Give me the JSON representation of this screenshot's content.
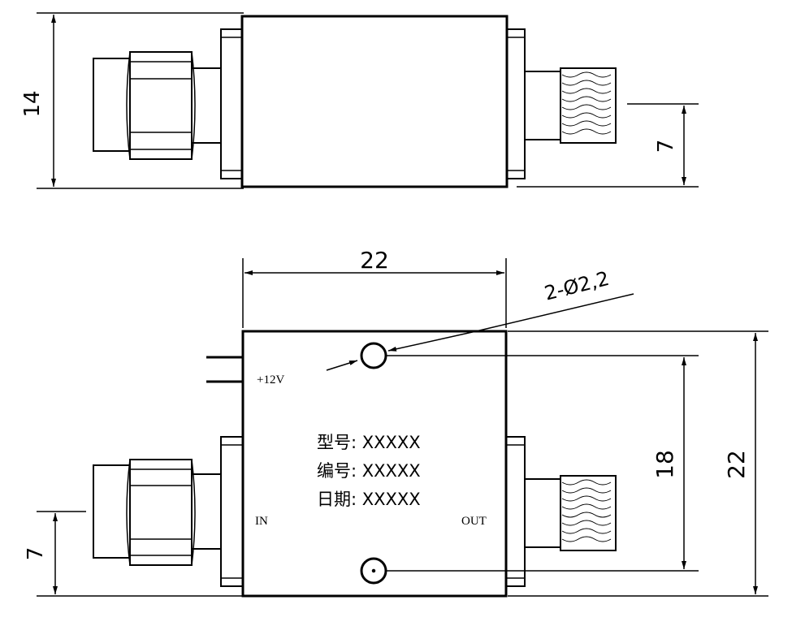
{
  "side_view": {
    "height_dim": "14",
    "output_offset_dim": "7"
  },
  "top_view": {
    "width_dim": "22",
    "hole_callout": "2-Ø2,2",
    "hole_spacing_dim": "18",
    "height_dim": "22",
    "input_offset_dim": "7",
    "power_label": "+12V",
    "input_label": "IN",
    "output_label": "OUT",
    "model_line": "型号: XXXXX",
    "serial_line": "编号: XXXXX",
    "date_line": "日期: XXXXX"
  },
  "colors": {
    "line": "#000000",
    "background": "#ffffff"
  }
}
